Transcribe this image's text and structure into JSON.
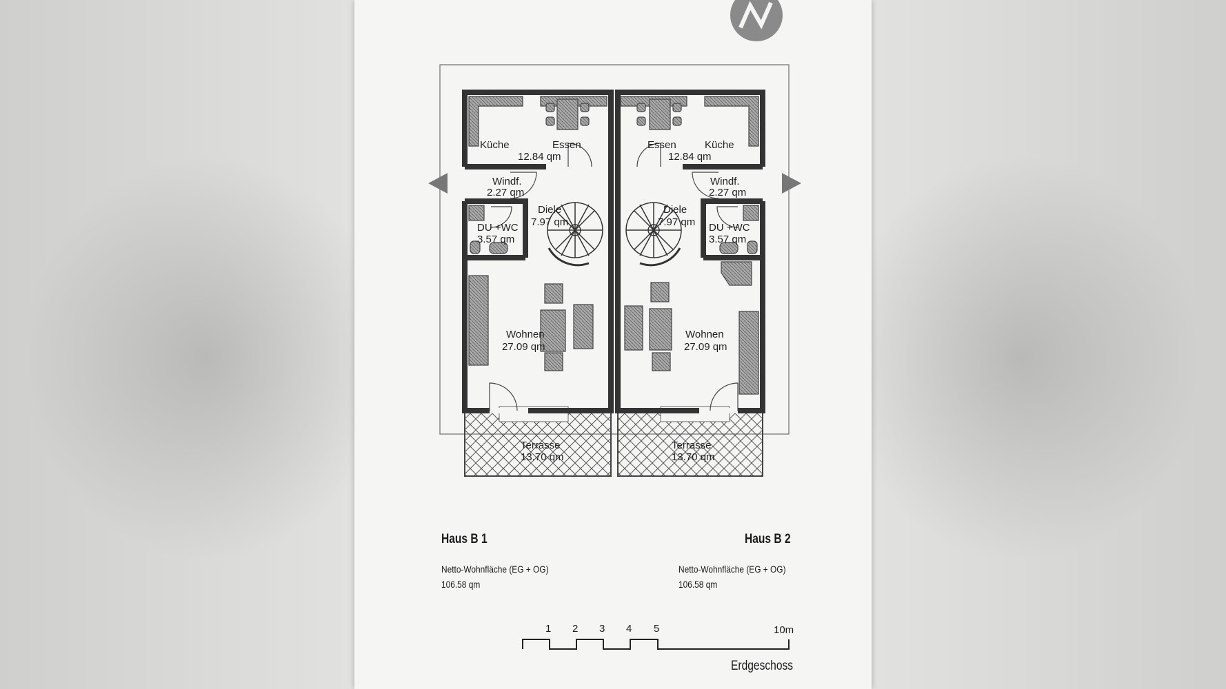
{
  "north_arrow": {
    "letter": "N"
  },
  "rooms_left": {
    "kueche": {
      "name": "Küche",
      "area": "12.84 qm"
    },
    "essen": {
      "name": "Essen"
    },
    "windf": {
      "name": "Windf.",
      "area": "2.27 qm"
    },
    "diele": {
      "name": "Diele",
      "area": "7.97 qm"
    },
    "du_wc": {
      "name": "DU +WC",
      "area": "3.57 qm"
    },
    "wohnen": {
      "name": "Wohnen",
      "area": "27.09 qm"
    },
    "terrasse": {
      "name": "Terrasse",
      "area": "13.70 qm"
    }
  },
  "rooms_right": {
    "kueche": {
      "name": "Küche"
    },
    "essen": {
      "name": "Essen",
      "area": "12.84 qm"
    },
    "windf": {
      "name": "Windf.",
      "area": "2.27 qm"
    },
    "diele": {
      "name": "Diele",
      "area": "7.97 qm"
    },
    "du_wc": {
      "name": "DU +WC",
      "area": "3.57 qm"
    },
    "wohnen": {
      "name": "Wohnen",
      "area": "27.09 qm"
    },
    "terrasse": {
      "name": "Terrasse",
      "area": "13.70 qm"
    }
  },
  "house_left": {
    "title": "Haus B 1",
    "label": "Netto-Wohnfläche (EG + OG)",
    "value": "106.58 qm"
  },
  "house_right": {
    "title": "Haus B 2",
    "label": "Netto-Wohnfläche (EG + OG)",
    "value": "106.58 qm"
  },
  "scale": {
    "ticks": [
      "1",
      "2",
      "3",
      "4",
      "5"
    ],
    "end": "10m",
    "title": "Erdgeschoss"
  }
}
